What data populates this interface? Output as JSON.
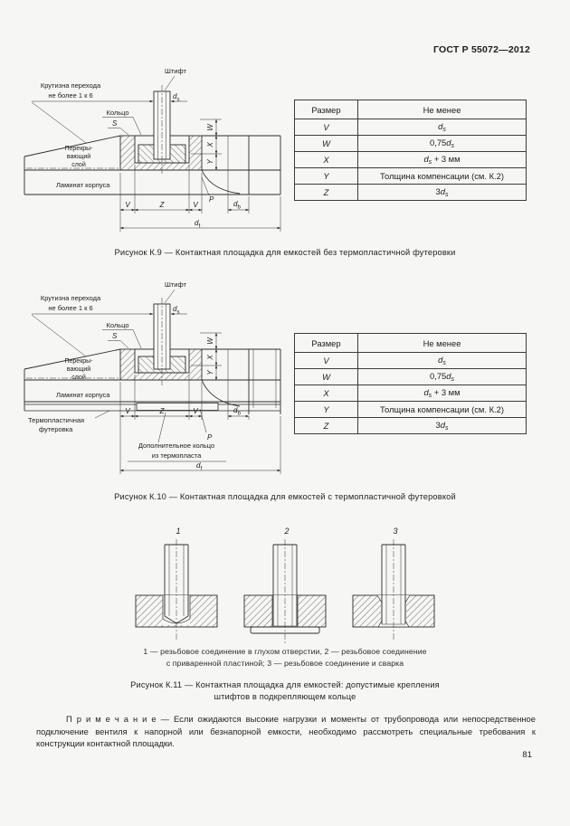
{
  "page": {
    "standard": "ГОСТ Р 55072—2012",
    "number": "81"
  },
  "dims": {
    "d": "d",
    "sub_s": "s",
    "sub_b": "b",
    "sub_f": "f",
    "V": "V",
    "Z": "Z",
    "W": "W",
    "X": "X",
    "Y": "Y",
    "P": "P",
    "S": "S"
  },
  "dim_table": {
    "headers": [
      "Размер",
      "Не менее"
    ],
    "rows": [
      {
        "size": "V",
        "value": [
          [
            "d",
            "i"
          ],
          [
            "s",
            "sub"
          ]
        ]
      },
      {
        "size": "W",
        "value": [
          [
            "0,75",
            ""
          ],
          [
            "d",
            "i"
          ],
          [
            "s",
            "sub"
          ]
        ]
      },
      {
        "size": "X",
        "value": [
          [
            "d",
            "i"
          ],
          [
            "s",
            "sub"
          ],
          [
            " + 3 мм",
            ""
          ]
        ]
      },
      {
        "size": "Y",
        "value": [
          [
            "Толщина компенсации (см. К.2)",
            ""
          ]
        ]
      },
      {
        "size": "Z",
        "value": [
          [
            "3",
            ""
          ],
          [
            "d",
            "i"
          ],
          [
            "s",
            "sub"
          ]
        ]
      }
    ]
  },
  "fig_k9": {
    "labels": {
      "pin": "Штифт",
      "slope1": "Крутизна перехода",
      "slope2": "не более 1 к 6",
      "ring": "Кольцо",
      "overlay1": "Перекры-",
      "overlay2": "вающий",
      "overlay3": "слой",
      "laminate": "Ламинат корпуса"
    },
    "caption": "Рисунок К.9 — Контактная площадка для емкостей без термопластичной футеровки"
  },
  "fig_k10": {
    "labels": {
      "pin": "Штифт",
      "slope1": "Крутизна перехода",
      "slope2": "не более 1 к 6",
      "ring": "Кольцо",
      "overlay1": "Перекры-",
      "overlay2": "вающий",
      "overlay3": "слой",
      "laminate": "Ламинат корпуса",
      "liner1": "Термопластичная",
      "liner2": "футеровка",
      "extra1": "Дополнительное кольцо",
      "extra2": "из термопласта"
    },
    "caption": "Рисунок К.10 — Контактная площадка для емкостей с термопластичной футеровкой"
  },
  "fig_k11": {
    "nums": [
      "1",
      "2",
      "3"
    ],
    "legend1": "1 — резьбовое соединение в глухом отверстии, 2 — резьбовое соединение",
    "legend2": "с приваренной пластиной; 3 — резьбовое соединение и сварка",
    "caption1": "Рисунок К.11 — Контактная площадка для емкостей: допустимые крепления",
    "caption2": "штифтов в подкрепляющем кольце"
  },
  "note": {
    "label": "П р и м е ч а н и е",
    "text": " — Если ожидаются высокие нагрузки и моменты от трубопровода или непосредственное подключение вентиля к напорной или безнапорной емкости, необходимо рассмотреть специальные требования к конструкции контактной площадки."
  }
}
